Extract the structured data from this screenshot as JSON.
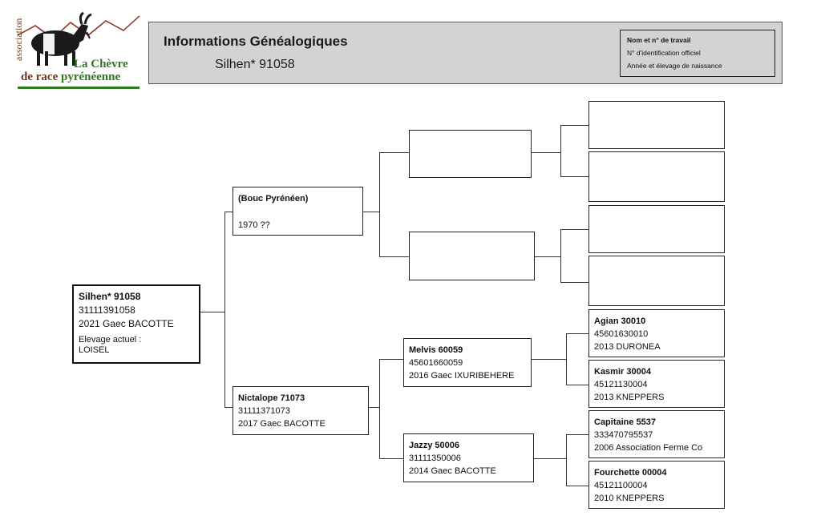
{
  "logo": {
    "side_text": "association",
    "line1": "La Chèvre",
    "line2_prefix": "de race",
    "line2_suffix": "pyrénéenne",
    "colors": {
      "brown": "#6d3a1c",
      "green": "#2d7a1e"
    }
  },
  "header": {
    "title": "Informations Généalogiques",
    "subtitle": "Silhen* 91058",
    "legend": {
      "name_line": "Nom et n° de travail",
      "id_line": "N° d'identification officiel",
      "birth_line": "Année et élevage de naissance"
    }
  },
  "pedigree": {
    "subject": {
      "name": "Silhen* 91058",
      "id": "31111391058",
      "birth": "2021 Gaec BACOTTE",
      "current_label": "Elevage actuel :",
      "current_value": "LOISEL"
    },
    "sire": {
      "name": "(Bouc Pyrénéen)",
      "birth": "1970 ??"
    },
    "dam": {
      "name": "Nictalope 71073",
      "id": "31111371073",
      "birth": "2017 Gaec BACOTTE"
    },
    "dam_sire": {
      "name": "Melvis 60059",
      "id": "45601660059",
      "birth": "2016 Gaec IXURIBEHERE"
    },
    "dam_dam": {
      "name": "Jazzy 50006",
      "id": "31111350006",
      "birth": "2014 Gaec BACOTTE"
    },
    "dss": {
      "name": "Agian 30010",
      "id": "45601630010",
      "birth": "2013 DURONEA"
    },
    "dsd": {
      "name": "Kasmir 30004",
      "id": "45121130004",
      "birth": "2013 KNEPPERS"
    },
    "dds": {
      "name": "Capitaine 5537",
      "id": "333470795537",
      "birth": "2006 Association Ferme Co"
    },
    "ddd": {
      "name": "Fourchette 00004",
      "id": "45121100004",
      "birth": "2010 KNEPPERS"
    }
  }
}
